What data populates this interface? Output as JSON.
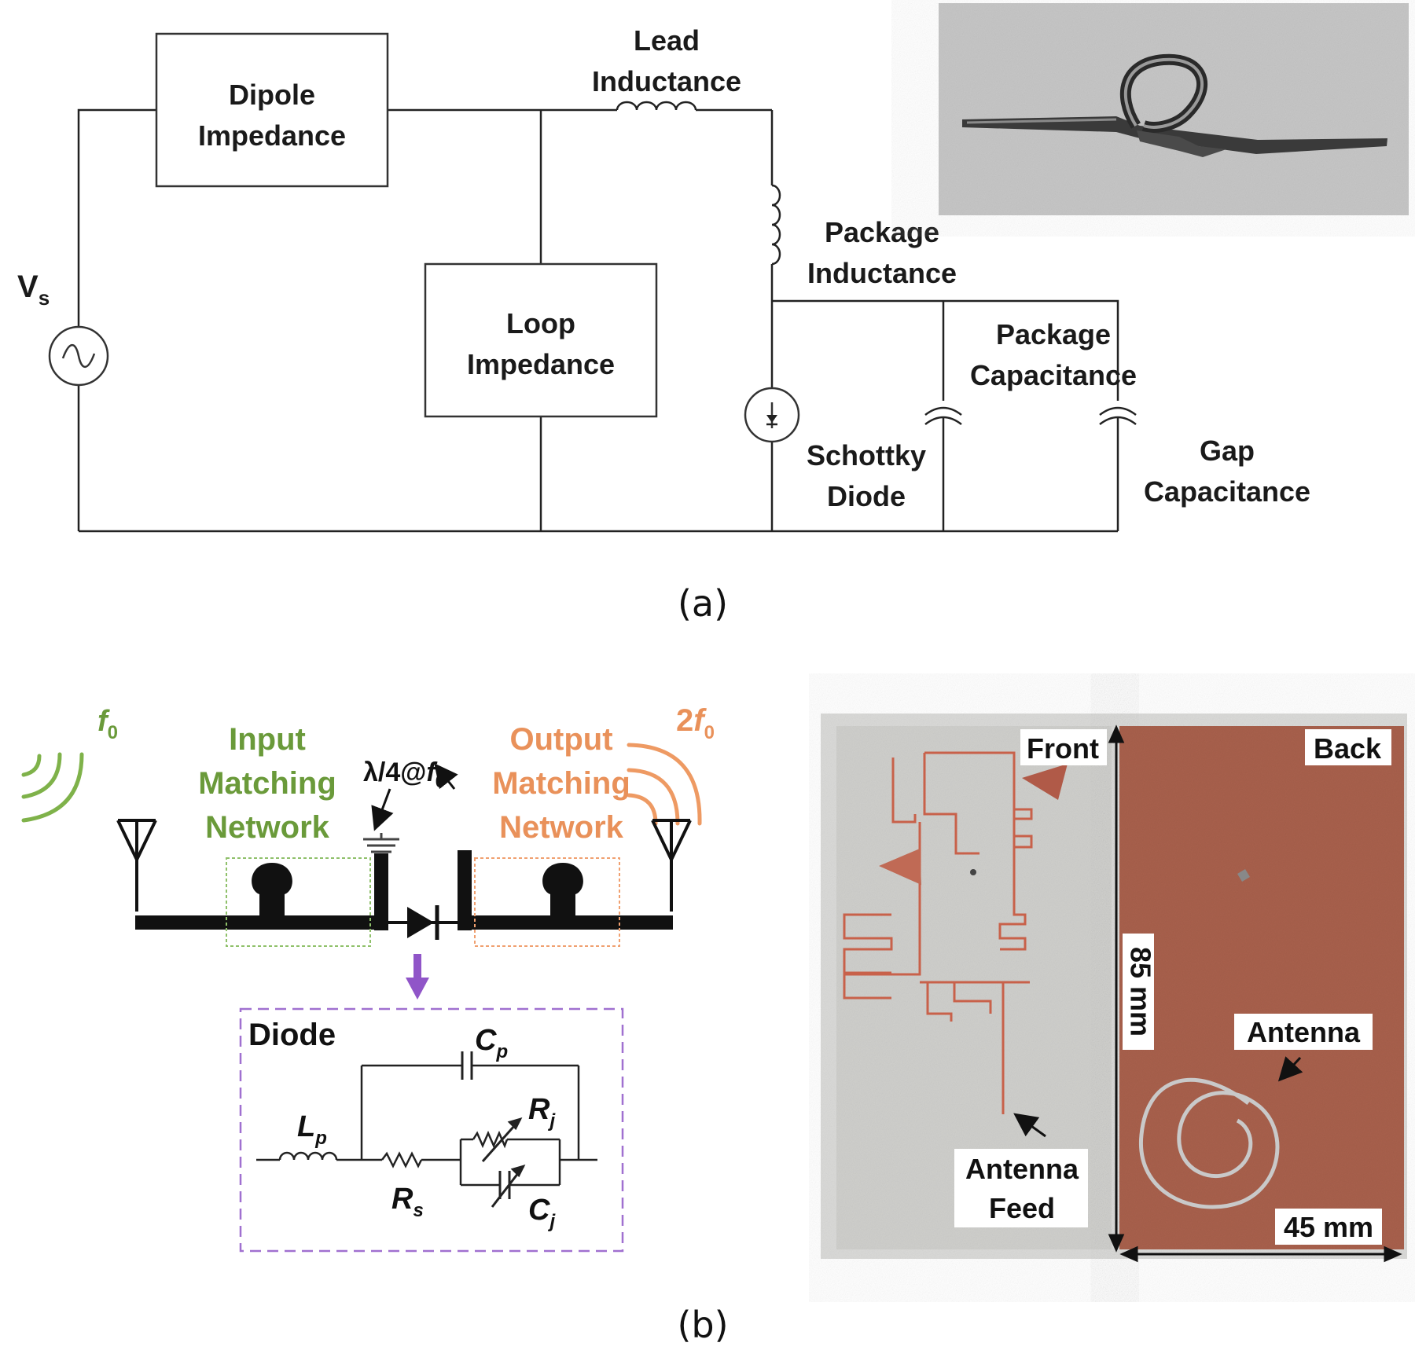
{
  "panel_a": {
    "caption": "(a)",
    "source_label": "V",
    "source_sub": "s",
    "dipole": [
      "Dipole",
      "Impedance"
    ],
    "loop": [
      "Loop",
      "Impedance"
    ],
    "lead": [
      "Lead",
      "Inductance"
    ],
    "package_ind": [
      "Package",
      "Inductance"
    ],
    "package_cap": [
      "Package",
      "Capacitance"
    ],
    "schottky": [
      "Schottky",
      "Diode"
    ],
    "gap_cap": [
      "Gap",
      "Capacitance"
    ]
  },
  "panel_b": {
    "caption": "(b)",
    "f0_main": "f",
    "f0_sub": "0",
    "f2_prefix": "2",
    "f2_main": "f",
    "f2_sub": "0",
    "input_net": [
      "Input",
      "Matching",
      "Network"
    ],
    "output_net": [
      "Output",
      "Matching",
      "Network"
    ],
    "lambda_main": "λ/4@",
    "lambda_f": "f",
    "lambda_sub": "0",
    "diode_title": "Diode",
    "cp_main": "C",
    "cp_sub": "p",
    "lp_main": "L",
    "lp_sub": "p",
    "rs_main": "R",
    "rs_sub": "s",
    "rj_main": "R",
    "rj_sub": "j",
    "cj_main": "C",
    "cj_sub": "j",
    "front": "Front",
    "back": "Back",
    "dim_height": "85 mm",
    "dim_width": "45 mm",
    "antenna": "Antenna",
    "antenna_feed": [
      "Antenna",
      "Feed"
    ]
  },
  "colors": {
    "green": "#6a9a3a",
    "orange": "#e9915a",
    "purple": "#9055c8",
    "copper": "#a45a48",
    "trace": "#c8614a"
  }
}
